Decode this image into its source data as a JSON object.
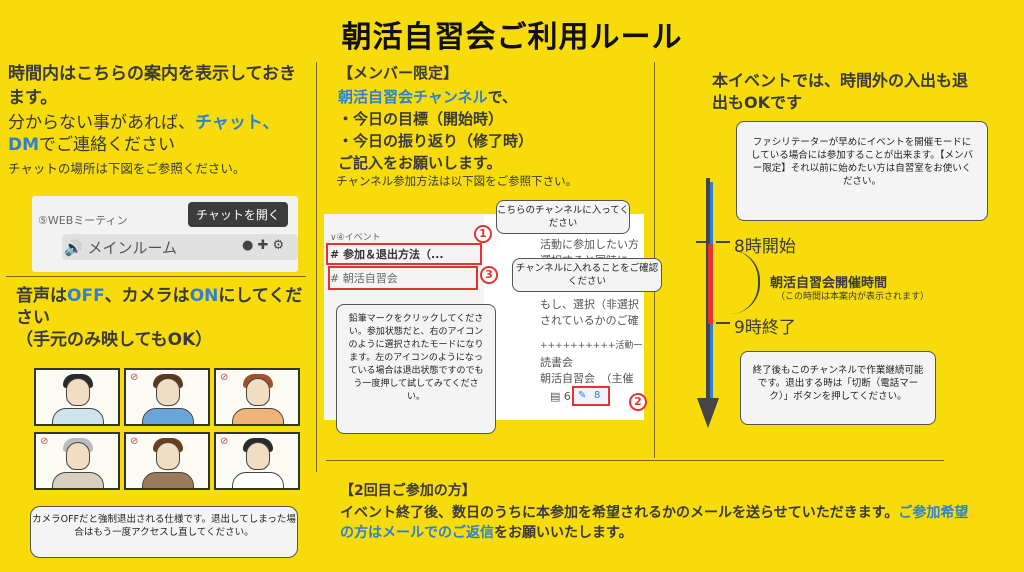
{
  "title": "朝活自習会ご利用ルール",
  "left": {
    "heading": "時間内はこちらの案内を表示しておきます。",
    "text_prefix": "分からない事があれば、",
    "text_hl": "チャット、DM",
    "text_suffix": "でご連絡ください",
    "small": "チャットの場所は下図をご参照ください。",
    "screenshot": {
      "category": "⑤WEBミーティン",
      "room": "🔊 メインルーム",
      "tooltip": "チャットを開く"
    },
    "audio_pre": "音声は",
    "audio_off": "OFF",
    "audio_mid": "、カメラは",
    "audio_on": "ON",
    "audio_post": "にしてください",
    "audio_note": "（手元のみ映してもOK）",
    "bubble": "カメラOFFだと強制退出される仕様です。退出してしまった場合はもう一度アクセスし直してください。"
  },
  "middle": {
    "heading": "【メンバー限定】",
    "line1_hl": "朝活自習会チャンネル",
    "line1_rest": "で、",
    "line2": "・今日の目標（開始時）",
    "line3": "・今日の振り返り（修了時）",
    "line4": "ご記入をお願いします。",
    "small": "チャンネル参加方法は以下図をご参照下さい。",
    "screenshot": {
      "category": "∨④イベント",
      "channel1": "# 参加＆退出方法（...",
      "channel2": "# 朝活自習会",
      "msg1": "活動に参加したい方",
      "msg2": "選択すると同時に",
      "msg3": "もし、選択（非選択",
      "msg4": "されているかのご確",
      "msg5": "++++++++++活動一",
      "msg6": "読書会",
      "msg7": "朝活自習会　（主催",
      "count": "8"
    },
    "callout1": "こちらのチャンネルに入ってください",
    "callout3": "チャンネルに入れることをご確認ください",
    "callout2": "鉛筆マークをクリックしてください。参加状態だと、右のアイコンのように選択されたモードになります。左のアイコンのようになっている場合は退出状態ですのでもう一度押して試してみてください。",
    "num1": "1",
    "num2": "2",
    "num3": "3"
  },
  "right": {
    "heading": "本イベントでは、時間外の入出も退出もOKです",
    "bubble1": "ファシリテーターが早めにイベントを開催モードにしている場合には参加することが出来ます。【メンバー限定】それ以前に始めたい方は自習室をお使いください。",
    "start": "8時開始",
    "end": "9時終了",
    "label": "朝活自習会開催時間",
    "sub": "（この時間は本案内が表示されます）",
    "bubble2": "終了後もこのチャンネルで作業継続可能です。退出する時は「切断（電話マーク）」ボタンを押してください。"
  },
  "bottom": {
    "heading": "【2回目ご参加の方】",
    "line1": "イベント終了後、数日のうちに本参加を希望されるかのメールを送らせていただきます。",
    "hl": "ご参加希望の方はメールでのご返信",
    "suffix": "をお願いいたします。"
  },
  "colors": {
    "background": "#f7db0a",
    "accent": "#2f7fd6",
    "red": "#e3342f"
  }
}
